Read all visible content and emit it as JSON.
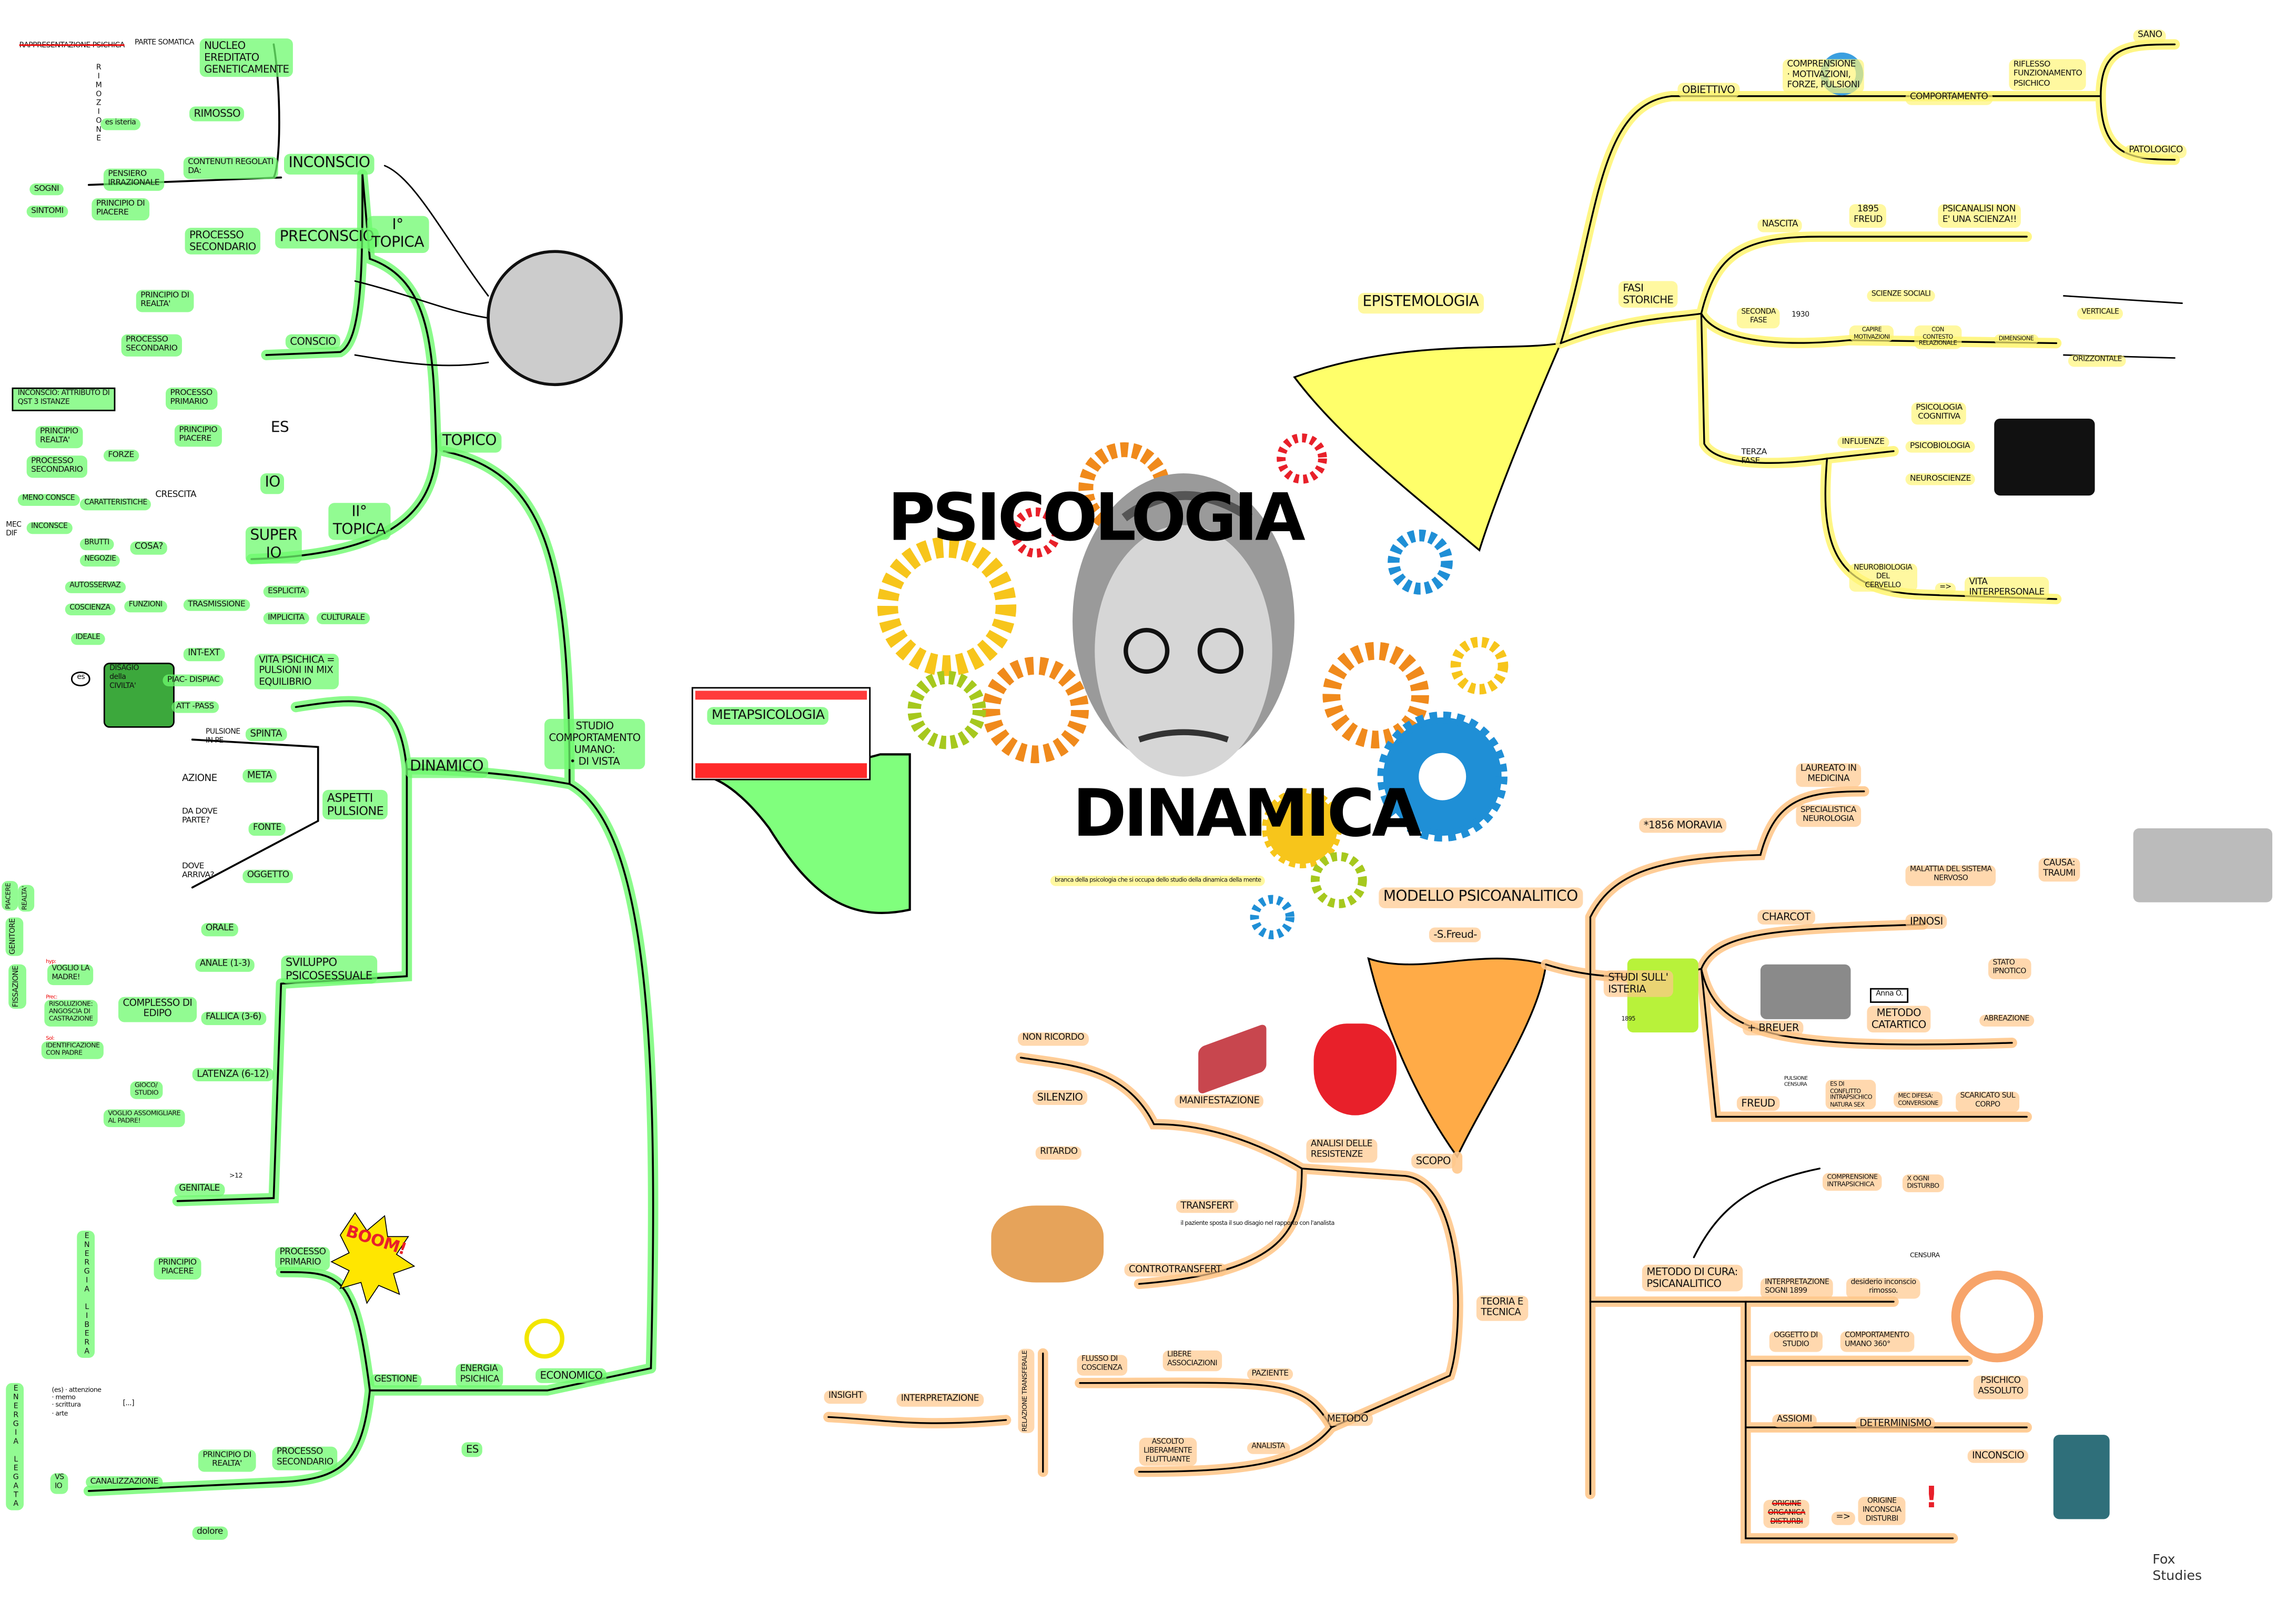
{
  "center": {
    "title_top": "PSICOLOGIA",
    "title_bottom": "DINAMICA",
    "caption": "branca della psicologia che si occupa dello studio della dinamica della mente"
  },
  "colors": {
    "green": "#6efa6e",
    "yellow": "#fff578",
    "orange": "#ffc88c",
    "red": "#e8202a"
  },
  "topico": {
    "rappresentazione": "RAPPRESENTAZIONE PSICHICA",
    "parte_somatica": "PARTE SOMATICA",
    "rimozione": "RIMOZIONE",
    "isteria": "es isteria",
    "nucleo": "NUCLEO\nEREDITATO\nGENETICAMENTE",
    "rimosso": "RIMOSSO",
    "contenuti": "CONTENUTI REGOLATI\nda:",
    "inconscio": "INCONSCIO",
    "pensiero": "PENSIERO\nIRRAZIONALE",
    "sogni": "SOGNI",
    "sintomi": "SINTOMI",
    "princ_piacere": "PRINCIPIO di\nPIACERE",
    "proc_secondario": "PROCESSO\nSECONDARIO",
    "preconscio": "PRECONSCIO",
    "prima_topica": "I°\nTOPICA",
    "princ_realta": "PRINCIPIO di\nREALTA'",
    "proc_secondario2": "PROCESSO\nSECONDARIO",
    "conscio": "CONSCIO",
    "nota_inconscio": "INCONSCIO: Attributo di\nqst 3 istanze",
    "topico": "TOPICO"
  },
  "seconda_topica": {
    "proc_primario": "PROCESSO\nPRIMARIO",
    "princ_piacere": "PRINCIPIO\nPIACERE",
    "es": "ES",
    "princ_realta": "PRINCIPIO\nREALTA'",
    "forze": "FORZE",
    "proc_secondario": "PROCESSO\nSECONDARIO",
    "caratteristiche": "CARATTERISTICHE",
    "crescita": "CRESCITA",
    "meno_consce": "MENO CONSCE",
    "mec_dif": "MEC\nDIF",
    "inconsce": "INCONSCE",
    "io": "IO",
    "seconda_topica": "II°\nTOPICA",
    "super_io": "SUPER\nIO",
    "brutti": "BRUTTI",
    "negozie": "NEGOZIE",
    "cosa": "COSA?",
    "autosservaz": "AUTOSSERVAZ",
    "coscienza": "COSCIENZA",
    "funzioni": "FUNZIONI",
    "ideale": "IDEALE",
    "trasmissione": "TRASMISSIONE",
    "esplicita": "ESPLICITA",
    "implicita": "IMPLICITA",
    "culturale": "CULTURALE"
  },
  "dinamico": {
    "disagio": "DISAGIO\ndella\nCIVILTA'",
    "es": "es",
    "int_ext": "INT-EXT",
    "piac": "PIAC- DISPIAC",
    "att_pass": "ATT -PASS",
    "vita": "VITA PSICHICA =\nPULSIONI in MIX\nEQUILIBRIO",
    "pulsione_pe": "PULSIONE\nin PE",
    "spinta": "SPINTA",
    "azione": "AZIONE",
    "meta": "META",
    "da_dove": "DA DOVE\nPARTE?",
    "fonte": "FONTE",
    "dove_arriva": "DOVE\nARRIVA?",
    "oggetto": "OGGETTO",
    "aspetti": "ASPETTI\nPULSIONE",
    "dinamico": "DINAMICO",
    "orale": "ORALE",
    "anale": "ANALE (1-3)",
    "fallica": "FALLICA (3-6)",
    "edipo": "COMPLESSO di\nEDIPO",
    "latenza": "LATENZA (6-12)",
    "gioco": "GIOCO/\nSTUDIO",
    "assomigliare": "VOGLIO ASSOMIGLIARE\nAL PADRE!",
    "genitale": "GENITALE",
    "genitale_eta": ">12",
    "sviluppo": "SVILUPPO\nPSICOSESSUALE",
    "hyp": "hyp:",
    "voglio_madre": "VOGLIO LA\nMADRE!",
    "prec": "Prec:",
    "risoluzione": "RISOLUZIONE:\nANGOSCIA di\nCASTRAZIONE",
    "sol": "Sol:",
    "identificazione": "IDENTIFICAZIONE\nCON PADRE",
    "fissazione": "FISSAZIONE",
    "genitore": "GENITORE",
    "piacere": "PIACERE",
    "realta": "REALTA'"
  },
  "studio": {
    "label": "STUDIO\nCOMPORTAMENTO\nUMANO:\n• di VISTA",
    "metapsicologia": "METAPSICOLOGIA"
  },
  "economico": {
    "energia_libera": "ENERGIA LIBERA",
    "princ_piacere": "PRINCIPIO\nPIACERE",
    "proc_primario": "PROCESSO\nPRIMARIO",
    "boom": "BOOM!",
    "gestione": "GESTIONE",
    "energia_psichica": "ENERGIA\nPSICHICA",
    "economico": "ECONOMICO",
    "es": "ES",
    "energia_legata": "ENERGIA LEGATA",
    "esempi": "(es) · attenzione\n· memo\n· scrittura\n· arte",
    "ecc": "[...]",
    "vs_io": "VS\nIO",
    "canalizzazione": "CANALIZZAZIONE",
    "princ_realta": "PRINCIPIO di\nREALTA'",
    "proc_secondario": "PROCESSO\nSECONDARIO",
    "dolore": "dolore"
  },
  "epistemologia": {
    "title": "EPISTEMOLOGIA",
    "obiettivo": "OBIETTIVO",
    "comprensione": "COMPRENSIONE\n· MOTIVAZIONI,\nFORZE, PULSIONI",
    "comportamento": "COMPORTAMENTO",
    "riflesso": "RIFLESSO\nFUNZIONAMENTO\nPSICHICO",
    "sano": "SANO",
    "patologico": "PATOLOGICO",
    "fasi": "FASI\nSTORICHE",
    "nascita": "NASCITA",
    "freud": "1895\nFREUD",
    "non_scienza": "PSICANALISI NON\nE' UNA SCIENZA!!",
    "seconda_fase": "SECONDA\nFASE",
    "anno_1930": "1930",
    "scienze_sociali": "SCIENZE SOCIALI",
    "capire": "CAPIRE\nMOTIVAZIONI",
    "contesto": "CON\nCONTESTO\nRELAZIONALE",
    "dimensione": "DIMENSIONE",
    "verticale": "VERTICALE",
    "orizzontale": "ORIZZONTALE",
    "terza_fase": "TERZA\nFASE",
    "influenze": "INFLUENZE",
    "cognitiva": "PSICOLOGIA\nCOGNITIVA",
    "psicobiologia": "PSICOBIOLOGIA",
    "neuroscienze": "NEUROSCIENZE",
    "neurobiologia": "NEUROBIOLOGIA\ndel\nCERVELLO",
    "implica": "=>",
    "vita_interpersonale": "VITA\nINTERPERSONALE"
  },
  "modello": {
    "title": "MODELLO PSICOANALITICO",
    "freud_sig": "-S.Freud-",
    "moravia": "*1856 MORAVIA",
    "laureato": "LAUREATO in\nMEDICINA",
    "specialistica": "SPECIALISTICA\nNEUROLOGIA",
    "studi": "STUDI SULL'\nISTERIA",
    "anno_1895": "1895",
    "charcot": "CHARCOT",
    "malattia": "MALATTIA del SISTEMA\nNERVOSO",
    "causa": "CAUSA:\nTRAUMI",
    "ipnosi": "IPNOSI",
    "anna": "Anna O.",
    "breuer": "+ BREUER",
    "metodo_catartico": "METODO\nCATARTICO",
    "stato_ipnotico": "STATO\nIPNOTICO",
    "abreazione": "ABREAZIONE",
    "freud": "FREUD",
    "pulsione": "PULSIONE\nCENSURA",
    "conflitto": "Es di\nCONFLITTO\nINTRAPSICHICO\nNATURA SEX",
    "mec_difesa": "MEC DIFESA:\nCONVERSIONE",
    "scaricato": "SCARICATO sul\nCORPO",
    "comprensione": "COMPRENSIONE\nINTRAPSICHICA",
    "ogni_disturbo": "X OGNI\nDISTURBO",
    "metodo_cura": "METODO di CURA:\nPSICANALITICO",
    "interpretazione_sogni": "INTERPRETAZIONE\nSOGNI 1899",
    "desiderio": "desiderio inconscio\nrimosso.",
    "censura": "CENSURA",
    "oggetto_studio": "OGGETTO di\nSTUDIO",
    "comportamento_umano": "COMPORTAMENTO\nUMANO 360°",
    "assiomi": "ASSIOMI",
    "determinismo": "DETERMINISMO",
    "psichico_assoluto": "PSICHICO\nASSOLUTO",
    "inconscio": "INCONSCIO",
    "origine_organica": "ORIGINE\nORGANICA\nDISTURBI",
    "implica": "=>",
    "origine_inconscia": "ORIGINE\nINCONSCIA\nDISTURBI",
    "esclamazione": "!"
  },
  "tecnica": {
    "non_ricordo": "non RICORDO",
    "silenzio": "SILENZIO",
    "ritardo": "RITARDO",
    "manifestazione": "MANIFESTAZIONE",
    "analisi": "ANALISI delle\nRESISTENZE",
    "scopo": "SCOPO",
    "transfert": "TRANSFERT",
    "transfert_note": "il paziente sposta il suo disagio nel rapporto con l'analista",
    "controtransfert": "CONTROTRANSFERT",
    "teoria": "TEORIA e\nTECNICA",
    "flusso": "FLUSSO di\nCOSCIENZA",
    "libere": "LIBERE\nASSOCIAZIONI",
    "paziente": "PAZIENTE",
    "metodo": "METODO",
    "analista": "ANALISTA",
    "ascolto": "ASCOLTO\nLIBERAMENTE\nFLUTTUANTE",
    "insight": "INSIGHT",
    "interpretazione": "INTERPRETAZIONE",
    "relazione": "RELAZIONE TRANSFERALE"
  },
  "logo": {
    "line1": "Fox",
    "line2": "Studies"
  }
}
